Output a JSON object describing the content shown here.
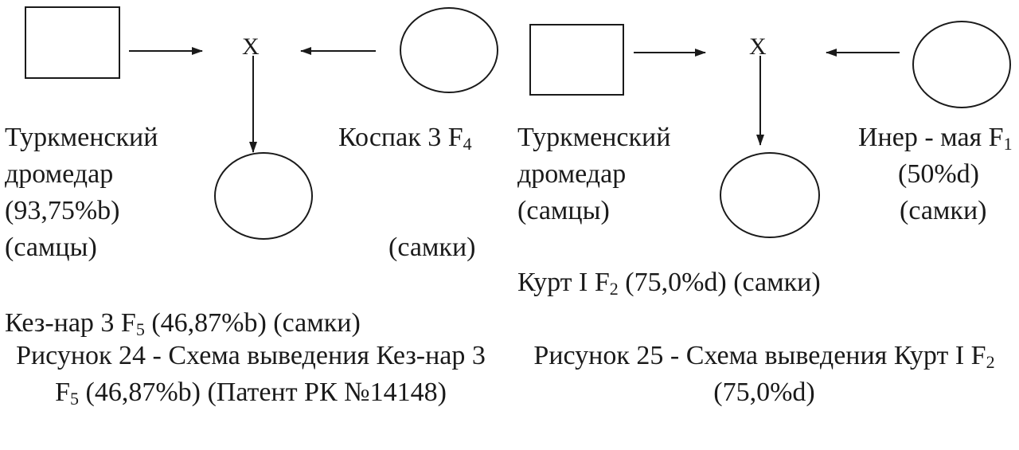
{
  "fig24": {
    "cross_symbol": "X",
    "male_lines": [
      "Туркменский",
      "дромедар",
      "(93,75%b)",
      "(самцы)"
    ],
    "female_label": {
      "text": "Коспак 3 F",
      "sub": "4"
    },
    "female_note": "(самки)",
    "offspring_label": {
      "text": "Кез-нар 3 F",
      "sub": "5",
      "tail": " (46,87%b) (самки)"
    },
    "caption": {
      "part1": "Рисунок 24 - Схема выведения Кез-нар 3 F",
      "sub": "5",
      "part2": " (46,87%b) (Патент РК №14148)"
    }
  },
  "fig25": {
    "cross_symbol": "X",
    "male_lines": [
      "Туркменский",
      "дромедар",
      "(самцы)"
    ],
    "female_label": {
      "text": "Инер - мая F",
      "sub": "1"
    },
    "female_lines": [
      "(50%d)",
      "(самки)"
    ],
    "offspring_label": {
      "text": "Курт I F",
      "sub": "2",
      "tail": " (75,0%d) (самки)"
    },
    "caption": {
      "part1": "Рисунок 25 - Схема выведения Курт I F",
      "sub": "2",
      "part2": " (75,0%d)"
    }
  }
}
